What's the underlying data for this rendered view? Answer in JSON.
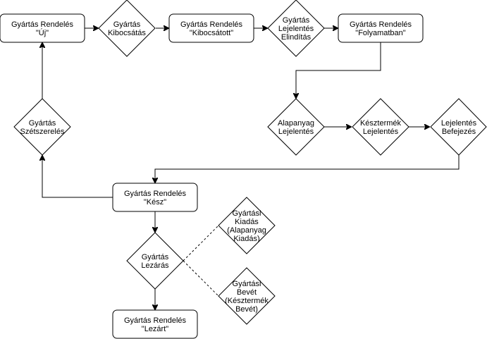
{
  "nodes": {
    "rendeles_uj": {
      "lines": [
        "Gyártás Rendelés",
        "\"Új\""
      ]
    },
    "kibocsatas": {
      "lines": [
        "Gyártás",
        "Kibocsátás"
      ]
    },
    "rendeles_kibocs": {
      "lines": [
        "Gyártás Rendelés",
        "\"Kibocsátott\""
      ]
    },
    "lejelentes_ind": {
      "lines": [
        "Gyártás",
        "Lejelentés",
        "Elindítás"
      ]
    },
    "rendeles_folyamat": {
      "lines": [
        "Gyártás Rendelés",
        "\"Folyamatban\""
      ]
    },
    "alapanyag_lej": {
      "lines": [
        "Alapanyag",
        "Lejelentés"
      ]
    },
    "keszt_lej": {
      "lines": [
        "Késztermék",
        "Lejelentés"
      ]
    },
    "lej_befejezes": {
      "lines": [
        "Lejelentés",
        "Befejezés"
      ]
    },
    "szetszereles": {
      "lines": [
        "Gyártás",
        "Szétszerelés"
      ]
    },
    "rendeles_kesz": {
      "lines": [
        "Gyártás Rendelés",
        "\"Kész\""
      ]
    },
    "lezaras": {
      "lines": [
        "Gyártás",
        "Lezárás"
      ]
    },
    "rendeles_lezart": {
      "lines": [
        "Gyártás Rendelés",
        "\"Lezárt\""
      ]
    },
    "kiadas": {
      "lines": [
        "Gyártási",
        "Kiadás",
        "(Alapanyag",
        "Kiadás)"
      ]
    },
    "bevet": {
      "lines": [
        "Gyártási",
        "Bevét",
        "(Késztermék",
        "Bevét)"
      ]
    }
  },
  "colors": {
    "stroke": "#000000",
    "fill": "#ffffff",
    "text": "#000000"
  }
}
